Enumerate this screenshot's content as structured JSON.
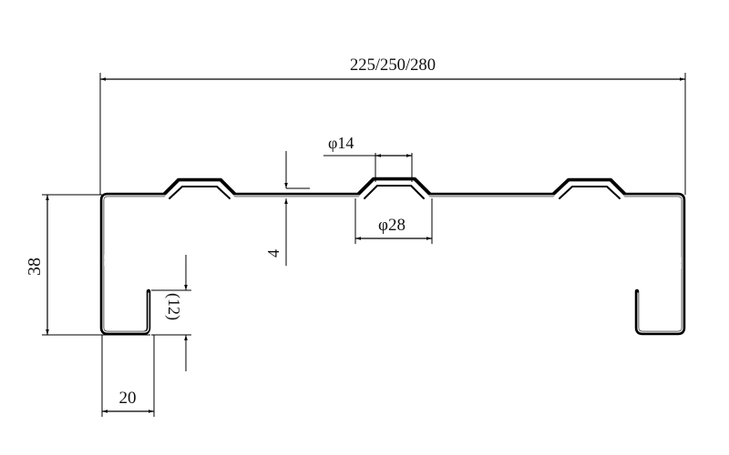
{
  "drawing": {
    "type": "cross-section technical drawing",
    "subject": "C-channel profile with embossed rib stiffeners"
  },
  "dimensions": {
    "overall_width": "225/250/280",
    "hole_inner_diameter": "φ14",
    "hole_outer_diameter": "φ28",
    "rib_height": "4",
    "profile_height": "38",
    "lip_height": "(12)",
    "flange_width": "20"
  },
  "colors": {
    "line": "#000000",
    "background": "#ffffff"
  }
}
